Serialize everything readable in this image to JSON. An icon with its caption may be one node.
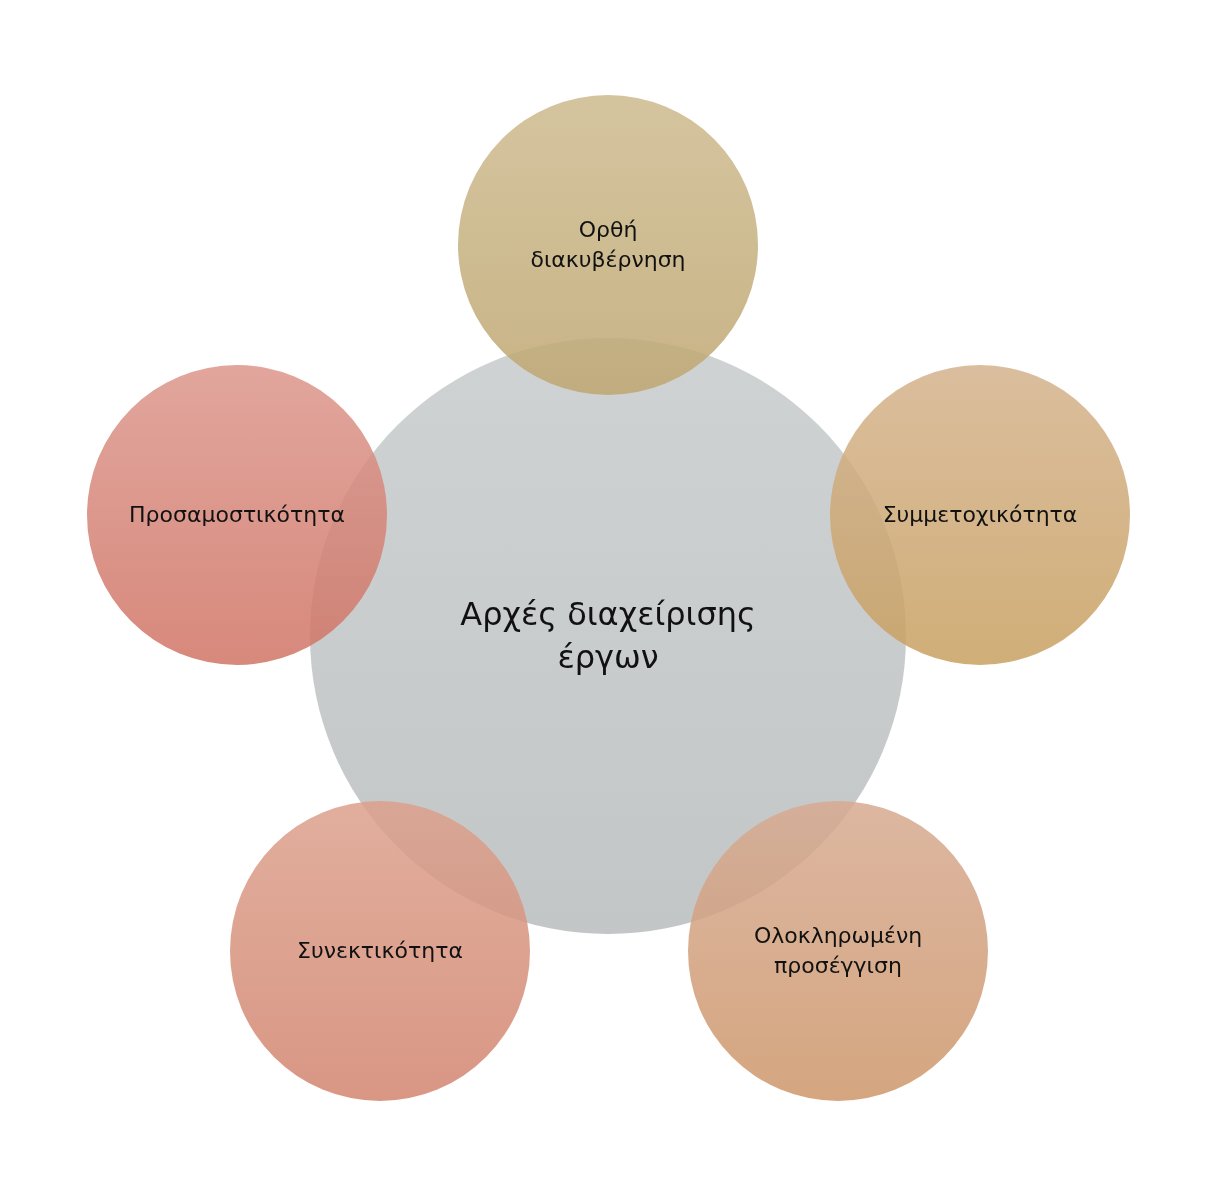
{
  "diagram": {
    "nodes": [
      {
        "text": [
          "Αρχές διαχείρισης έργων"
        ]
      },
      {
        "text": [
          "Ορθή διακυβέρνηση"
        ]
      },
      {
        "text": [
          "Προσαμοστικότητα"
        ]
      },
      {
        "text": [
          "Συμμετοχικότητα"
        ]
      },
      {
        "text": [
          "Συνεκτικότητα"
        ]
      },
      {
        "text": [
          "Ολοκληρωμένη προσέγγιση"
        ]
      }
    ],
    "edges": []
  }
}
